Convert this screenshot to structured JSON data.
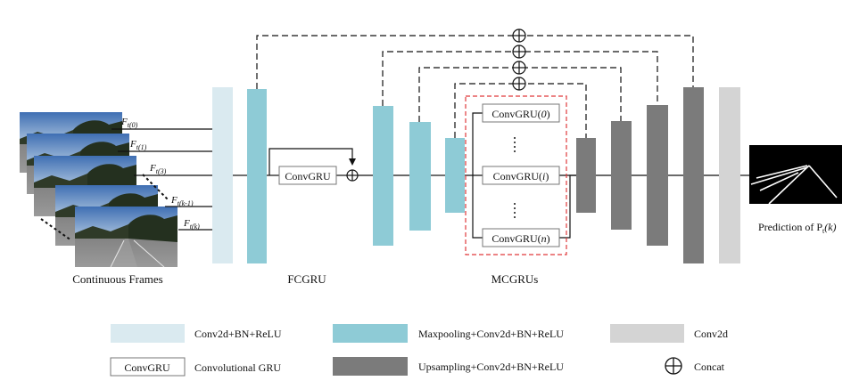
{
  "labels": {
    "continuous_frames": "Continuous Frames",
    "fcgru": "FCGRU",
    "mcgrus": "MCGRUs",
    "prediction": "Prediction of P",
    "prediction_sub": "t",
    "prediction_tail": "(k)"
  },
  "frame_labels": [
    {
      "main": "F",
      "sub": "t(0)"
    },
    {
      "main": "F",
      "sub": "t(1)"
    },
    {
      "main": "F",
      "sub": "t(3)"
    },
    {
      "main": "F",
      "sub": "t(k-1)"
    },
    {
      "main": "F",
      "sub": "t(k)"
    }
  ],
  "fc_convgru": "ConvGRU",
  "mcgru_boxes": [
    "ConvGRU(",
    "ConvGRU(",
    "ConvGRU("
  ],
  "mcgru_indices": [
    "0",
    "i",
    "n"
  ],
  "legend": {
    "conv_bn_relu": "Conv2d+BN+ReLU",
    "maxpool": "Maxpooling+Conv2d+BN+ReLU",
    "conv2d": "Conv2d",
    "convgru_box": "ConvGRU",
    "convgru_desc": "Convolutional GRU",
    "upsampling": "Upsampling+Conv2d+BN+ReLU",
    "concat": "Concat"
  },
  "colors": {
    "light_blue": "#daeaf0",
    "teal": "#8ecbd6",
    "dark_gray": "#7b7b7b",
    "light_gray": "#d4d4d4",
    "dashed_red": "#e0393b"
  }
}
